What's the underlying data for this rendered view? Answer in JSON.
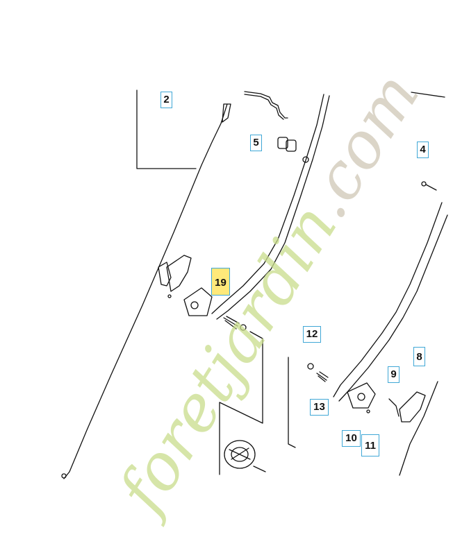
{
  "callouts": [
    {
      "id": "c2",
      "label": "2",
      "selected": false
    },
    {
      "id": "c5",
      "label": "5",
      "selected": false
    },
    {
      "id": "c4",
      "label": "4",
      "selected": false
    },
    {
      "id": "c19",
      "label": "19",
      "selected": true
    },
    {
      "id": "c12",
      "label": "12",
      "selected": false
    },
    {
      "id": "c13",
      "label": "13",
      "selected": false
    },
    {
      "id": "c9",
      "label": "9",
      "selected": false
    },
    {
      "id": "c8",
      "label": "8",
      "selected": false
    },
    {
      "id": "c10",
      "label": "10",
      "selected": false
    },
    {
      "id": "c11",
      "label": "11",
      "selected": false
    }
  ],
  "watermark": {
    "text_green": "foretjardin",
    "text_beige": ".com"
  },
  "colors": {
    "callout_border": "#3fa7d6",
    "callout_selected_bg": "#ffe97a",
    "line": "#111111",
    "watermark_green": "#c9dd8c",
    "watermark_beige": "#cfc7b6"
  }
}
